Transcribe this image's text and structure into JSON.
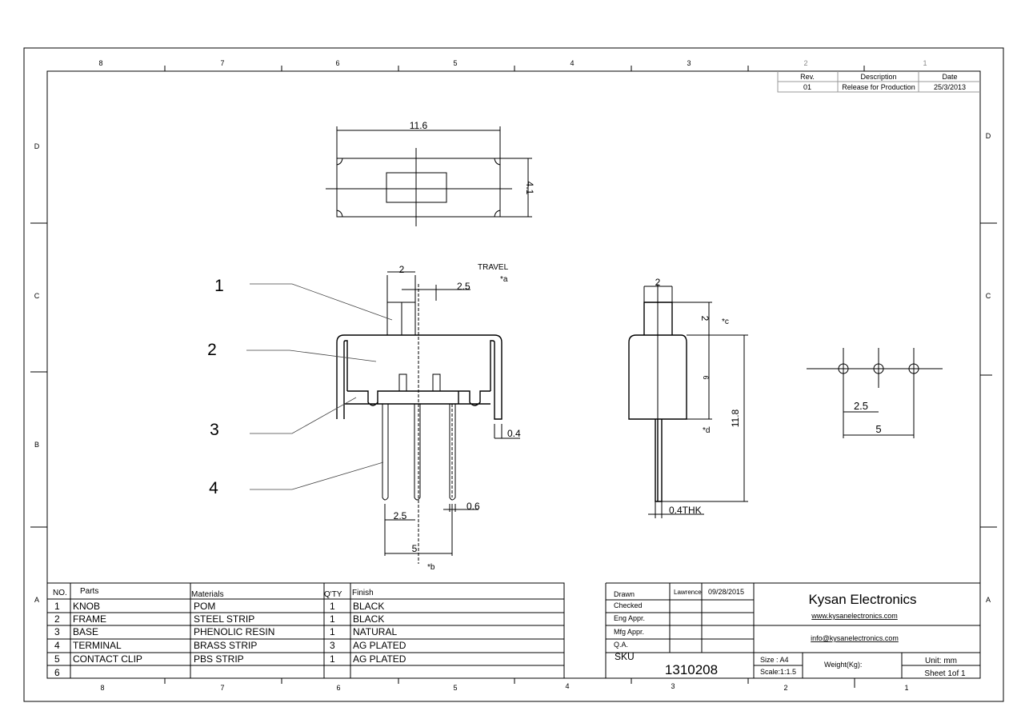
{
  "frame": {
    "columns_top": [
      "8",
      "7",
      "6",
      "5",
      "4",
      "3",
      "2",
      "1"
    ],
    "columns_bottom": [
      "8",
      "7",
      "6",
      "5",
      "4",
      "3",
      "2",
      "1"
    ],
    "rows": [
      "D",
      "C",
      "B",
      "A"
    ]
  },
  "revision": {
    "headers": [
      "Rev.",
      "Description",
      "Date"
    ],
    "row": [
      "01",
      "Release for Production",
      "25/3/2013"
    ]
  },
  "top_view": {
    "width_dim": "11.6",
    "height_dim": "4.1"
  },
  "front_view": {
    "callouts": [
      "1",
      "2",
      "3",
      "4"
    ],
    "knob_width": "2",
    "travel_label": "TRAVEL",
    "travel_note": "*a",
    "travel_dim": "2.5",
    "frame_thk": "0.4",
    "pin_width": "0.6",
    "pin_pitch": "2.5",
    "pin_span": "5",
    "note_b": "*b"
  },
  "side_view": {
    "knob_width": "2",
    "knob_height": "2",
    "note_c": "*c",
    "body_height": "6",
    "total_height": "11.8",
    "note_d": "*d",
    "terminal_thk": "0.4THK"
  },
  "hole_view": {
    "pitch": "2.5",
    "span": "5"
  },
  "parts_table": {
    "headers": [
      "NO.",
      "Parts",
      "Materials",
      "Q'TY",
      "Finish"
    ],
    "rows": [
      [
        "1",
        "KNOB",
        "POM",
        "1",
        "BLACK"
      ],
      [
        "2",
        "FRAME",
        "STEEL STRIP",
        "1",
        "BLACK"
      ],
      [
        "3",
        "BASE",
        "PHENOLIC RESIN",
        "1",
        "NATURAL"
      ],
      [
        "4",
        "TERMINAL",
        "BRASS STRIP",
        "3",
        "AG PLATED"
      ],
      [
        "5",
        "CONTACT CLIP",
        "PBS STRIP",
        "1",
        "AG PLATED"
      ],
      [
        "6",
        "",
        "",
        "",
        ""
      ]
    ]
  },
  "title_block": {
    "drawn_label": "Drawn",
    "drawn_by": "Lawrence",
    "drawn_date": "09/28/2015",
    "checked_label": "Checked",
    "eng_label": "Eng Appr.",
    "mfg_label": "Mfg Appr.",
    "qa_label": "Q.A.",
    "company": "Kysan Electronics",
    "website": "www.kysanelectronics.com",
    "email": "info@kysanelectronics.com",
    "sku_label": "SKU",
    "sku": "1310208",
    "size": "Size : A4",
    "scale": "Scale:1:1.5",
    "weight": "Weight(Kg):",
    "unit": "Unit: mm",
    "sheet": "Sheet 1of 1"
  }
}
